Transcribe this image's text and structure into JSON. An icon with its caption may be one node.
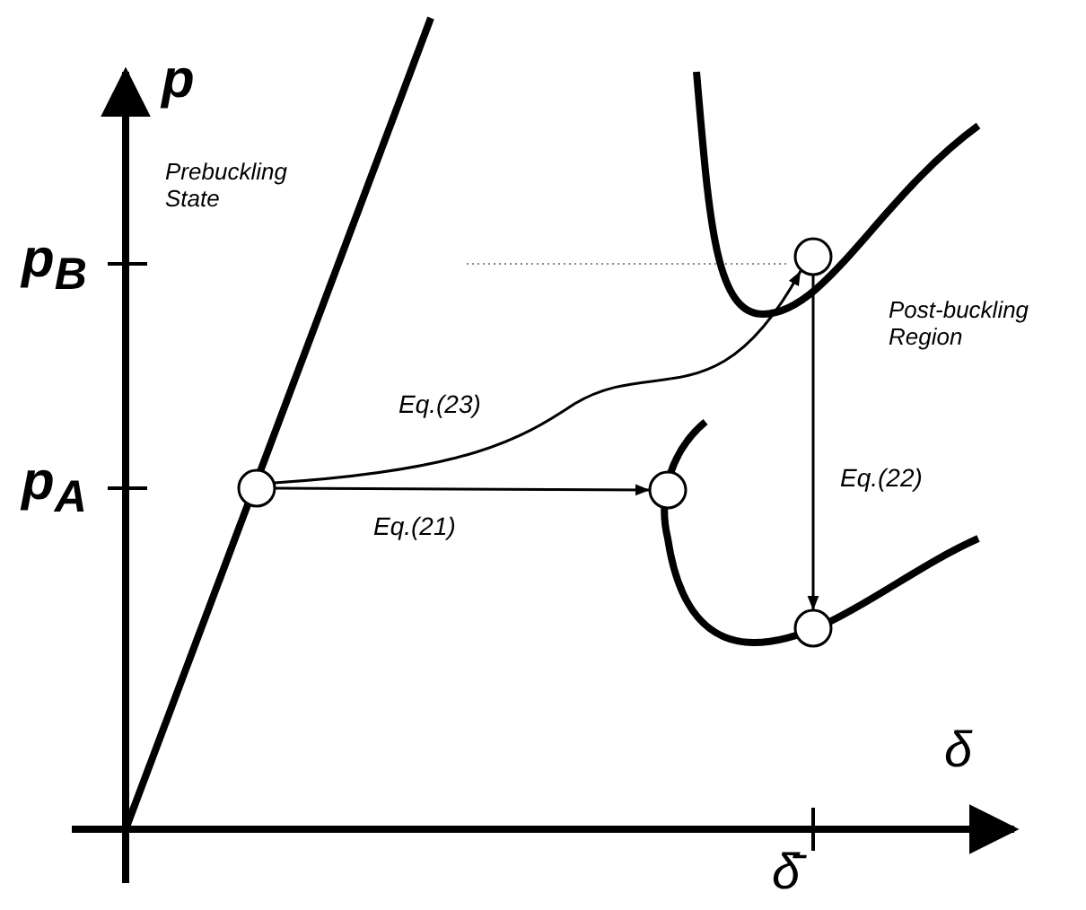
{
  "diagram": {
    "nodes": [
      {
        "text": [],
        "shape": "circle"
      },
      {
        "text": [],
        "shape": "circle"
      },
      {
        "text": [],
        "shape": "circle"
      },
      {
        "text": [],
        "shape": "circle"
      }
    ],
    "edges": [
      {
        "from": 0,
        "to": 2,
        "arrow": "to",
        "label": "Eq.(23)"
      },
      {
        "from": 0,
        "to": 1,
        "arrow": "to",
        "label": "Eq.(21)"
      },
      {
        "from": 2,
        "to": 3,
        "arrow": "to",
        "label": "Eq.(22)"
      }
    ],
    "labels": [
      "p",
      "Prebuckling State",
      "p$_{B}$",
      "Post-buckling Region",
      "p$_{A}$",
      "δ",
      "δ̄"
    ]
  }
}
